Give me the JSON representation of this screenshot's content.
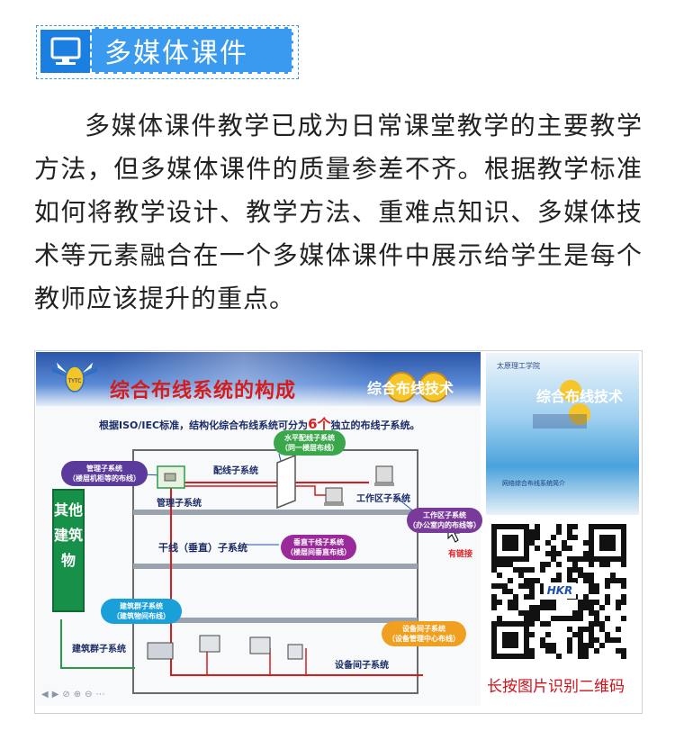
{
  "header": {
    "title": "多媒体课件"
  },
  "paragraph": "多媒体课件教学已成为日常课堂教学的主要教学方法，但多媒体课件的质量参差不齐。根据教学标准如何将教学设计、教学方法、重难点知识、多媒体技术等元素融合在一个多媒体课件中展示给学生是每个教师应该提升的重点。",
  "slide": {
    "title": "综合布线系统的构成",
    "brand": "综合布线技术",
    "subtitle_pre": "根据ISO/IEC标准，结构化综合布线系统可分为",
    "subtitle_num": "6个",
    "subtitle_post": "独立的布线子系统。",
    "vertical_label": "其他建筑物",
    "labels": {
      "peixian": "配线子系统",
      "guanli": "管理子系统",
      "gongzuoqu": "工作区子系统",
      "ganxian": "干线（垂直）子系统",
      "jianzhuqun": "建筑群子系统",
      "shebeijian": "设备间子系统"
    },
    "pills": {
      "horizontal": [
        "水平配线子系统",
        "（同一楼层布线）"
      ],
      "admin": [
        "管理子系统",
        "（楼层机柜等的布线）"
      ],
      "workarea": [
        "工作区子系统",
        "（办公室内的布线等）"
      ],
      "backbone": [
        "垂直干线子系统",
        "（楼层间垂直布线）"
      ],
      "campus": [
        "建筑群子系统",
        "（建筑物间布线）"
      ],
      "equipment": [
        "设备间子系统",
        "（设备管理中心布线）"
      ]
    },
    "link_note": "有链接",
    "nav_glyphs": "◀▶⊘⊕⊖⋯"
  },
  "side": {
    "school": "太原理工学院",
    "title": "综合布线技术",
    "foot": "网络综合布线系统简介"
  },
  "qr": {
    "logo": "HKR",
    "caption": "长按图片识别二维码"
  },
  "colors": {
    "accent": "#1a7fe0",
    "title_red": "#d41c1c",
    "caption_red": "#d0101a"
  }
}
